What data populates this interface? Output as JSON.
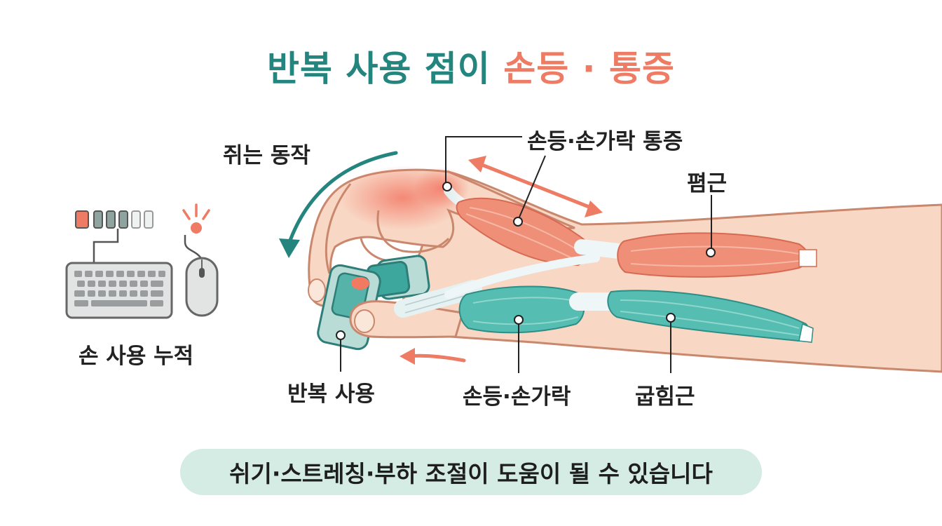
{
  "title": {
    "part1": "반복 사용 점이",
    "part2": "손등 · 통증",
    "color1": "#24857e",
    "color2": "#ee7b63"
  },
  "labels": {
    "grip_motion": "쥐는 동작",
    "hand_use": "손 사용 누적",
    "repetitive_use": "반복 사용",
    "pain": "손등·손가락 통증",
    "extensor": "폄근",
    "flexor_area": "손등·손가락",
    "flexor": "굽힘근"
  },
  "banner": "쉬기·스트레칭·부하 조절이 도움이 될 수 있습니다",
  "icons": [
    "keyboard-icon",
    "mouse-icon",
    "battery-meter-icon",
    "pain-burst-icon",
    "grip-tool-icon"
  ],
  "colors": {
    "skin": "#f8d7c4",
    "skin_outline": "#c9876d",
    "extensor_muscle": "#ef8f78",
    "flexor_muscle": "#55bdb2",
    "banner_bg": "#d5ece4"
  }
}
